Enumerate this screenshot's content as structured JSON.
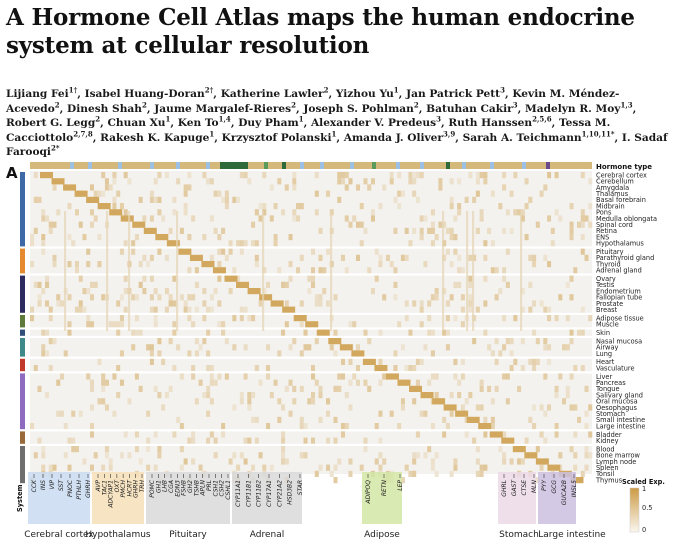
{
  "title": "A Hormone Cell Atlas maps the human endocrine system at cellular resolution",
  "authors": [
    {
      "name": "Lijiang Fei",
      "sup": "1†"
    },
    {
      "name": "Isabel Huang-Doran",
      "sup": "2†"
    },
    {
      "name": "Katherine Lawler",
      "sup": "2"
    },
    {
      "name": "Yizhou Yu",
      "sup": "1"
    },
    {
      "name": "Jan Patrick Pett",
      "sup": "3"
    },
    {
      "name": "Kevin M. Méndez-Acevedo",
      "sup": "2"
    },
    {
      "name": "Dinesh Shah",
      "sup": "2"
    },
    {
      "name": "Jaume Margalef-Rieres",
      "sup": "2"
    },
    {
      "name": "Joseph S. Pohlman",
      "sup": "2"
    },
    {
      "name": "Batuhan Cakir",
      "sup": "3"
    },
    {
      "name": "Madelyn R. Moy",
      "sup": "1,3"
    },
    {
      "name": "Robert G. Legg",
      "sup": "2"
    },
    {
      "name": "Chuan Xu",
      "sup": "1"
    },
    {
      "name": "Ken To",
      "sup": "1,4"
    },
    {
      "name": "Duy Pham",
      "sup": "1"
    },
    {
      "name": "Alexander V. Predeus",
      "sup": "3"
    },
    {
      "name": "Ruth Hanssen",
      "sup": "2,5,6"
    },
    {
      "name": "Tessa M. Cacciottolo",
      "sup": "2,7,8"
    },
    {
      "name": "Rakesh K. Kapuge",
      "sup": "1"
    },
    {
      "name": "Krzysztof Polanski",
      "sup": "1"
    },
    {
      "name": "Amanda J. Oliver",
      "sup": "3,9"
    },
    {
      "name": "Sarah A. Teichmann",
      "sup": "1,10,11*"
    },
    {
      "name": "I. Sadaf Farooqi",
      "sup": "2*"
    }
  ],
  "figure": {
    "panel_label": "A",
    "hormone_type_label": "Hormone type",
    "system_label": "System",
    "legend_title": "Scaled Exp.",
    "legend_ticks": [
      "1",
      "0.5",
      "0"
    ],
    "row_groups": [
      {
        "color": "#3d6aa6",
        "tissues": [
          "Cerebral cortex",
          "Cerebellum",
          "Amygdala",
          "Thalamus",
          "Basal forebrain",
          "Midbrain",
          "Pons",
          "Medulla oblongata",
          "Spinal cord",
          "Retina",
          "ENS",
          "Hypothalamus"
        ]
      },
      {
        "color": "#e58a2e",
        "tissues": [
          "Pituitary",
          "Parathyroid gland",
          "Thyroid",
          "Adrenal gland"
        ]
      },
      {
        "color": "#2c2c5e",
        "tissues": [
          "Ovary",
          "Testis",
          "Endometrium",
          "Fallopian tube",
          "Prostate",
          "Breast"
        ]
      },
      {
        "color": "#5e7a3a",
        "tissues": [
          "Adipose tissue",
          "Muscle"
        ]
      },
      {
        "color": "#2f4f7a",
        "tissues": [
          "Skin"
        ]
      },
      {
        "color": "#3e8a8a",
        "tissues": [
          "Nasal mucosa",
          "Airway",
          "Lung"
        ]
      },
      {
        "color": "#c0392b",
        "tissues": [
          "Heart",
          "Vasculature"
        ]
      },
      {
        "color": "#8e6bbf",
        "tissues": [
          "Liver",
          "Pancreas",
          "Tongue",
          "Salivary gland",
          "Oral mucosa",
          "Oesophagus",
          "Stomach",
          "Small intestine",
          "Large intestine"
        ]
      },
      {
        "color": "#9a6a3a",
        "tissues": [
          "Bladder",
          "Kidney"
        ]
      },
      {
        "color": "#6e6e6e",
        "tissues": [
          "Blood",
          "Bone marrow",
          "Lymph node",
          "Spleen",
          "Tonsil",
          "Thymus"
        ]
      }
    ],
    "gene_groups": [
      {
        "name": "Cerebral cortex",
        "color": "#c9daf0",
        "genes": [
          "CCK",
          "INS",
          "VIP",
          "SST",
          "PNOC",
          "PTHLH",
          "GHRH"
        ]
      },
      {
        "name": "Hypothalamus",
        "color": "#f6dfb9",
        "genes": [
          "AVP",
          "TAC1",
          "ADCYAP1",
          "OXT",
          "PMCH",
          "HCRT",
          "GHRH",
          "TRH"
        ]
      },
      {
        "name": "Pituitary",
        "color": "#d9d9d9",
        "genes": [
          "POMC",
          "GH1",
          "LHB",
          "CGA",
          "EDN3",
          "FSHB",
          "GH2",
          "TSHB",
          "APLN",
          "PRL",
          "CSH1",
          "CSH2",
          "CSHL1"
        ]
      },
      {
        "name": "Adrenal",
        "color": "#d9d9d9",
        "genes": [
          "CYP11A1",
          "CYP11B1",
          "CYP11B2",
          "CYP17A1",
          "CYP21A2",
          "HSD3B2",
          "STAR"
        ]
      },
      {
        "name": "Adipose",
        "color": "#d4e6a6",
        "genes": [
          "ADIPOQ",
          "RETN",
          "LEP"
        ]
      },
      {
        "name": "Stomach",
        "color": "#ecd9e6",
        "genes": [
          "GHRL",
          "GAST",
          "CTSE",
          "MLN"
        ]
      },
      {
        "name": "Large intestine",
        "color": "#cdbfdf",
        "genes": [
          "PYY",
          "GCG",
          "GUCA2B",
          "INSL5"
        ]
      }
    ],
    "colors": {
      "high": "#cc9b45",
      "low": "#f4f2ee",
      "hormone_bar": "#d5b97a"
    }
  }
}
